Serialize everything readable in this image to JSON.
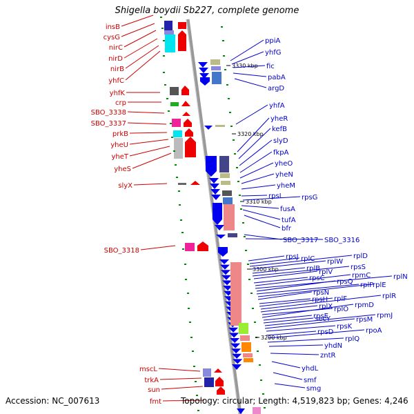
{
  "title": "Shigella boydii Sb227, complete genome",
  "footer": {
    "accession": "Accession: NC_007613",
    "summary": "Topology: circular; Length: 4,519,823 bp; Genes: 4,246"
  },
  "kbp_ticks": [
    "3330 kbp",
    "3320 kbp",
    "3310 kbp",
    "3300 kbp",
    "3290 kbp"
  ],
  "left_genes": [
    "insB",
    "cysG",
    "nirC",
    "nirD",
    "nirB",
    "yhfC",
    "yhfK",
    "crp",
    "SBO_3338",
    "SBO_3337",
    "prkB",
    "yheU",
    "yheT",
    "yheS",
    "slyX",
    "SBO_3318",
    "mscL",
    "trkA",
    "sun",
    "fmt"
  ],
  "right_genes": [
    "ppiA",
    "yhfG",
    "fic",
    "pabA",
    "argD",
    "yhfA",
    "yheR",
    "kefB",
    "slyD",
    "fkpA",
    "yheO",
    "yheN",
    "yheM",
    "rpsL",
    "rpsG",
    "fusA",
    "tufA",
    "bfr",
    "SBO_3317",
    "SBO_3316",
    "rpsJ",
    "rplC",
    "rplD",
    "rplW",
    "rplB",
    "rpsS",
    "rplV",
    "rpsC",
    "rpmC",
    "rplN",
    "rpsQ",
    "rplP",
    "rplE",
    "rpsN",
    "rpsH",
    "rplF",
    "rplR",
    "rplX",
    "rplO",
    "rpmD",
    "rpsE",
    "secY",
    "rpmJ",
    "rpsM",
    "rpsK",
    "rpsD",
    "rpoA",
    "rplQ",
    "yhdN",
    "zntR",
    "yhdL",
    "smf",
    "smg"
  ],
  "colors": {
    "left_label": "#cc0000",
    "right_label": "#0000cc",
    "backbone": "#999999",
    "tick": "#008800"
  }
}
